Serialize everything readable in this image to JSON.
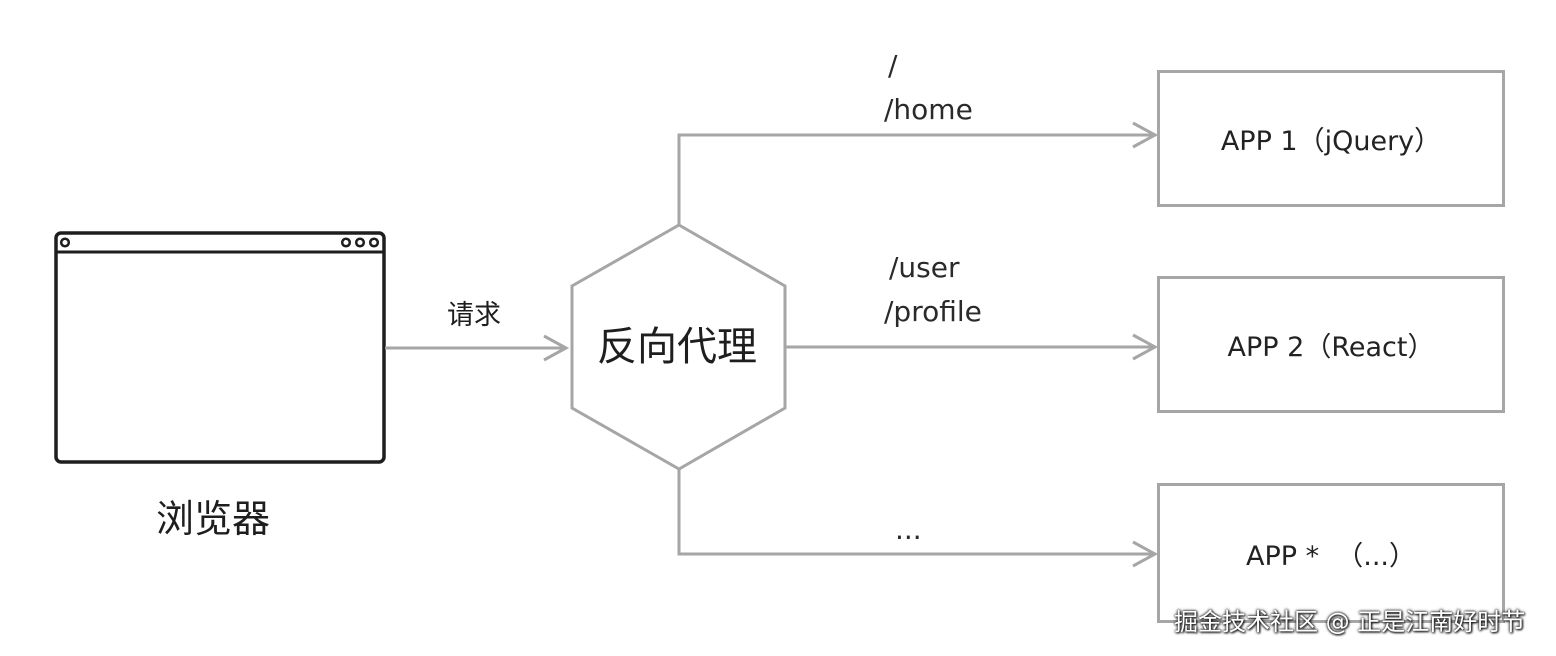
{
  "browser": {
    "label": "浏览器"
  },
  "request_label": "请求",
  "proxy": {
    "label": "反向代理"
  },
  "routes": {
    "top": [
      "/",
      "/home"
    ],
    "middle": [
      "/user",
      "/profile"
    ],
    "bottom": "..."
  },
  "apps": [
    {
      "label": "APP 1（jQuery）"
    },
    {
      "label": "APP 2（React）"
    },
    {
      "label": "APP *  （...）"
    }
  ],
  "watermark": "掘金技术社区 @ 正是江南好时节",
  "colors": {
    "line": "#a6a6a6",
    "browser_outline": "#1e1e1e"
  },
  "icons": {
    "browser": "browser-window-icon",
    "proxy": "hexagon-shape"
  }
}
